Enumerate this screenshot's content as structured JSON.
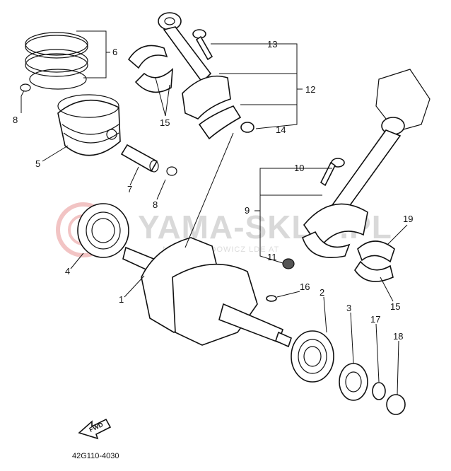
{
  "watermark": {
    "brand": "YAMA-SKL  P.PL",
    "sub": "NOWOGRODOWICZ LDE  AT"
  },
  "diagram_code": "42G110-4030",
  "fwd_label": "FWD",
  "callouts": [
    {
      "id": "1",
      "label": "1"
    },
    {
      "id": "2",
      "label": "2"
    },
    {
      "id": "3",
      "label": "3"
    },
    {
      "id": "4",
      "label": "4"
    },
    {
      "id": "5",
      "label": "5"
    },
    {
      "id": "6",
      "label": "6"
    },
    {
      "id": "7",
      "label": "7"
    },
    {
      "id": "8a",
      "label": "8"
    },
    {
      "id": "8b",
      "label": "8"
    },
    {
      "id": "9",
      "label": "9"
    },
    {
      "id": "10",
      "label": "10"
    },
    {
      "id": "11",
      "label": "11"
    },
    {
      "id": "12",
      "label": "12"
    },
    {
      "id": "13",
      "label": "13"
    },
    {
      "id": "14",
      "label": "14"
    },
    {
      "id": "15a",
      "label": "15"
    },
    {
      "id": "15b",
      "label": "15"
    },
    {
      "id": "16",
      "label": "16"
    },
    {
      "id": "17",
      "label": "17"
    },
    {
      "id": "18",
      "label": "18"
    },
    {
      "id": "19",
      "label": "19"
    }
  ]
}
